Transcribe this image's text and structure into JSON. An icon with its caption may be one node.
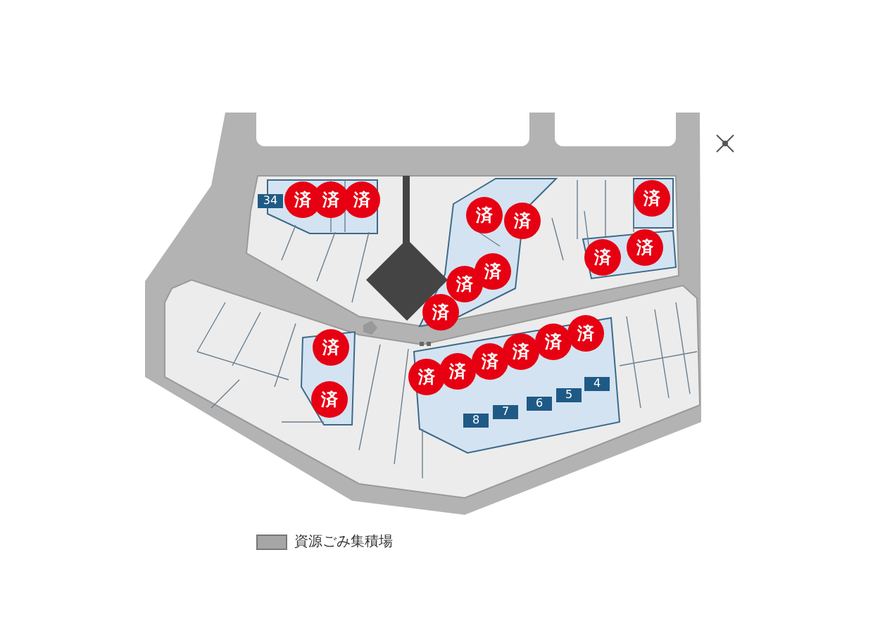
{
  "diagram": {
    "labels": [
      "34",
      "済",
      "済",
      "済",
      "済",
      "済",
      "済",
      "済",
      "済",
      "済",
      "済",
      "済",
      "済",
      "済",
      "済",
      "済",
      "済",
      "済",
      "済",
      "4",
      "5",
      "6",
      "7",
      "8",
      "済"
    ],
    "legend": [
      {
        "text": "資源ごみ集積場",
        "color": "#a6a6a6"
      }
    ]
  }
}
